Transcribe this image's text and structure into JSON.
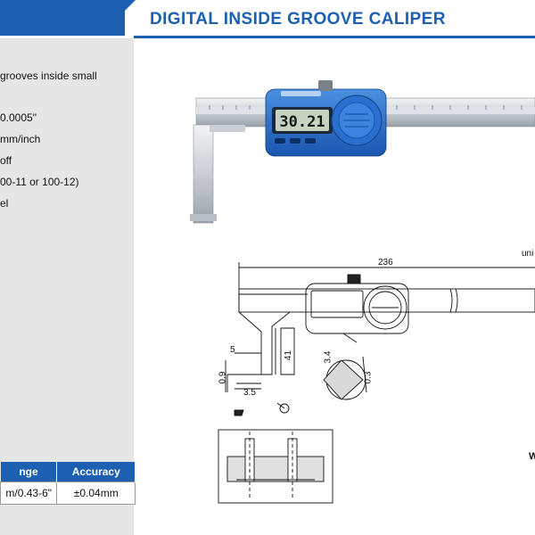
{
  "header": {
    "title": "DIGITAL INSIDE GROOVE CALIPER",
    "colors": {
      "brand_blue": "#1d5fb0",
      "panel_gray": "#e6e6e6"
    }
  },
  "features": [
    "grooves inside small",
    "0.0005\"",
    "mm/inch",
    "off",
    "00-11 or 100-12)",
    "el"
  ],
  "display": {
    "reading": "30.21"
  },
  "drawing": {
    "length": "236",
    "unit_label": "uni",
    "dim_5": "5",
    "dim_41": "41",
    "dim_0_9": "0.9",
    "dim_3_5": "3.5",
    "dim_3_4": "3.4",
    "dim_0_3": "0.3",
    "side_letter": "W"
  },
  "spec_table": {
    "headers": [
      "nge",
      "Accuracy"
    ],
    "rows": [
      [
        "m/0.43-6\"",
        "±0.04mm"
      ]
    ]
  }
}
